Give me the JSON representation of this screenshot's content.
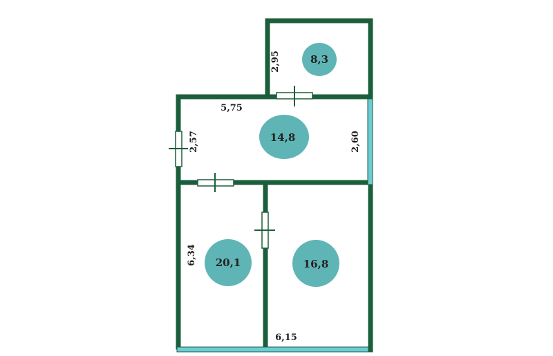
{
  "colors": {
    "wall": "#1b5e3b",
    "window": "#6cccd6",
    "area_circle": "#5fb5b5",
    "text": "#222222",
    "background": "#ffffff"
  },
  "rooms": [
    {
      "area": "8,3"
    },
    {
      "area": "14,8"
    },
    {
      "area": "20,1"
    },
    {
      "area": "16,8"
    }
  ],
  "dimensions": [
    {
      "value": "2,95"
    },
    {
      "value": "5,75"
    },
    {
      "value": "2,57"
    },
    {
      "value": "2,60"
    },
    {
      "value": "6,34"
    },
    {
      "value": "6,15"
    }
  ]
}
